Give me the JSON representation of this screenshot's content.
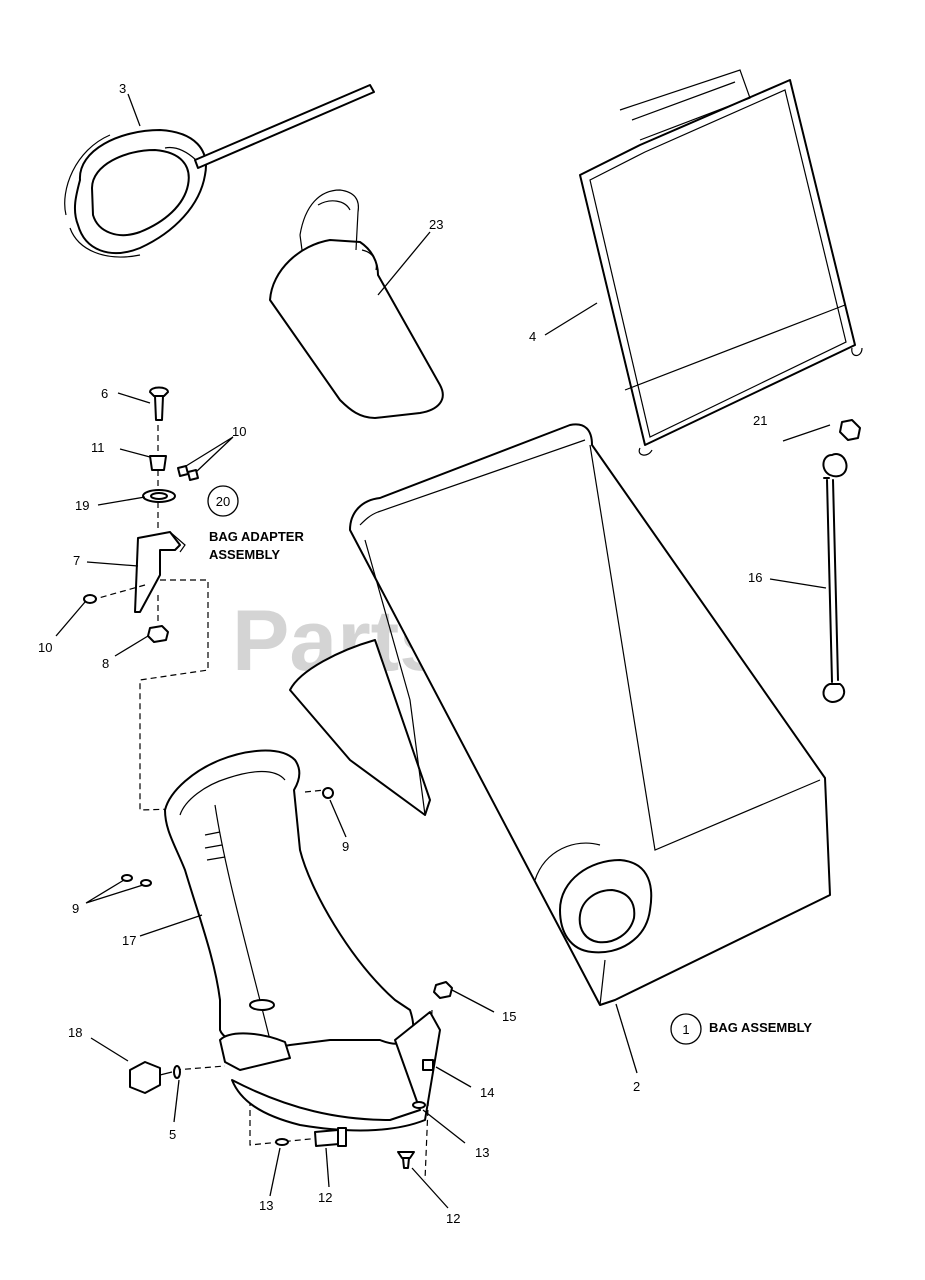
{
  "watermark": {
    "text": "PartsTree",
    "trademark": "™"
  },
  "callouts": {
    "c1": "1",
    "c2": "2",
    "c3": "3",
    "c4": "4",
    "c5": "5",
    "c6": "6",
    "c7": "7",
    "c8": "8",
    "c9a": "9",
    "c9b": "9",
    "c10a": "10",
    "c10b": "10",
    "c11": "11",
    "c12a": "12",
    "c12b": "12",
    "c13a": "13",
    "c13b": "13",
    "c14": "14",
    "c15": "15",
    "c16": "16",
    "c17": "17",
    "c18": "18",
    "c19": "19",
    "c20": "20",
    "c21": "21",
    "c23": "23"
  },
  "assemblies": {
    "bag_adapter_line1": "BAG ADAPTER",
    "bag_adapter_line2": "ASSEMBLY",
    "bag_assembly": "BAG ASSEMBLY"
  }
}
